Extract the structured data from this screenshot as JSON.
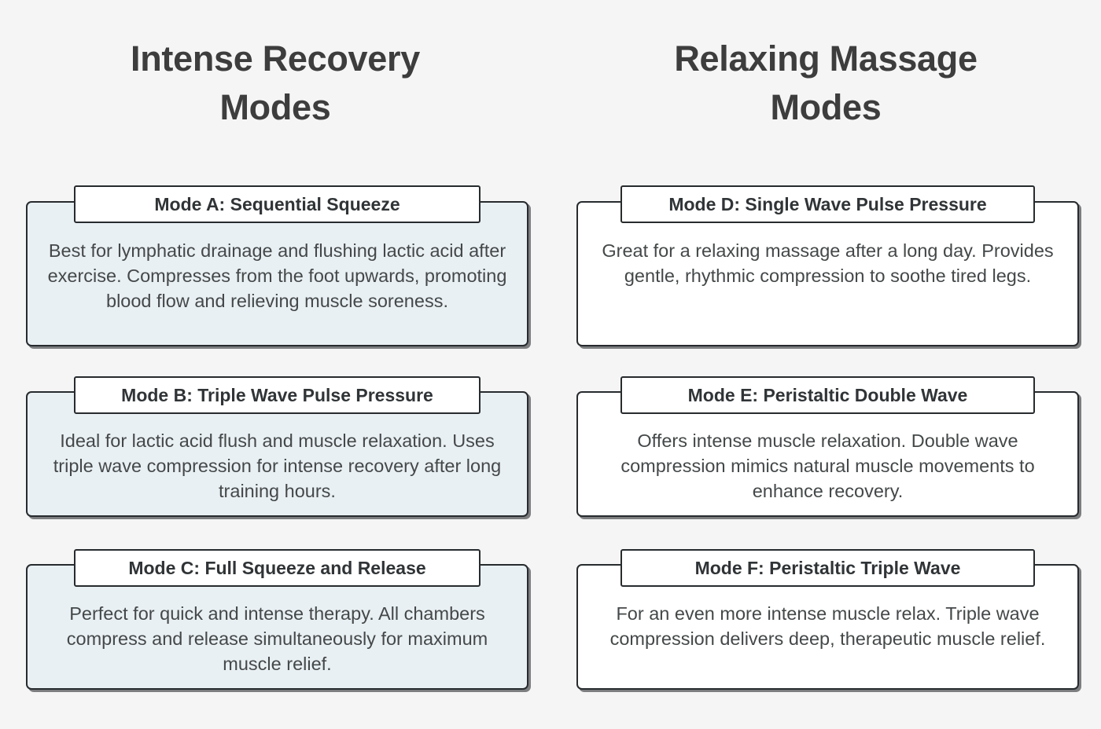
{
  "page": {
    "background_color": "#f5f5f5",
    "text_color": "#3d3d3d",
    "card_border_color": "#272b2e"
  },
  "columns": [
    {
      "id": "intense-recovery",
      "title": "Intense Recovery\nModes",
      "card_fill": "#e9f0f3",
      "cards": [
        {
          "header": "Mode A: Sequential Squeeze",
          "body": "Best for lymphatic drainage and flushing lactic acid after exercise. Compresses from the foot upwards, promoting blood flow and relieving muscle soreness."
        },
        {
          "header": "Mode B: Triple Wave Pulse Pressure",
          "body": "Ideal for lactic acid flush and muscle relaxation. Uses triple wave compression for intense recovery after long training hours."
        },
        {
          "header": "Mode C: Full Squeeze and Release",
          "body": "Perfect for quick and intense therapy. All chambers compress and release simultaneously for maximum muscle relief."
        }
      ]
    },
    {
      "id": "relaxing-massage",
      "title": "Relaxing Massage\nModes",
      "card_fill": "#ffffff",
      "cards": [
        {
          "header": "Mode D: Single Wave Pulse Pressure",
          "body": "Great for a relaxing massage after a long day. Provides gentle, rhythmic compression to soothe tired legs."
        },
        {
          "header": "Mode E: Peristaltic Double Wave",
          "body": "Offers intense muscle relaxation. Double wave compression mimics natural muscle movements to enhance recovery."
        },
        {
          "header": "Mode F: Peristaltic Triple Wave",
          "body": "For an even more intense muscle relax. Triple wave compression delivers deep, therapeutic muscle relief."
        }
      ]
    }
  ]
}
